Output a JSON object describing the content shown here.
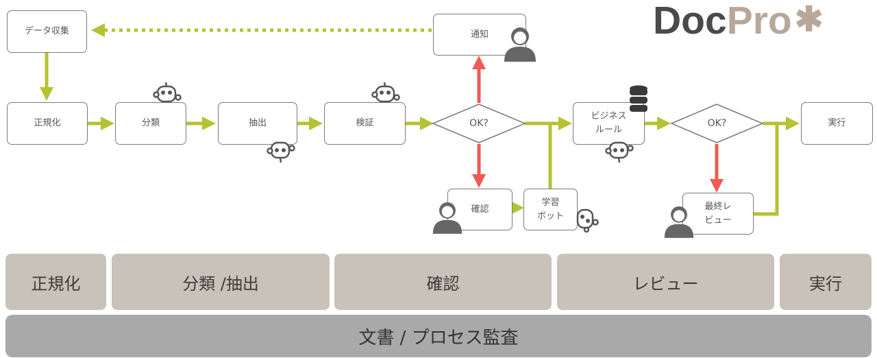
{
  "logo": {
    "part1": "Doc",
    "part2": "Pro",
    "mark": "✱"
  },
  "nodes": {
    "data_collection": "データ収集",
    "normalization": "正規化",
    "classification": "分類",
    "extraction": "抽出",
    "validation": "検証",
    "decision1": "OK?",
    "notification": "通知",
    "confirmation": "確認",
    "learning_bot": "学習\nボット",
    "business_rules": "ビジネス\nルール",
    "decision2": "OK?",
    "final_review": "最終レ\nビュー",
    "execution": "実行"
  },
  "icons": {
    "robot": "robot-icon",
    "person": "person-icon",
    "database": "database-icon"
  },
  "colors": {
    "flow": "#b5c233",
    "reject": "#ee5b55",
    "band": "#c9c2b8",
    "audit": "#a9a9a9"
  },
  "stages": [
    "正規化",
    "分類 /抽出",
    "確認",
    "レビュー",
    "実行"
  ],
  "audit": "文書 / プロセス監査"
}
